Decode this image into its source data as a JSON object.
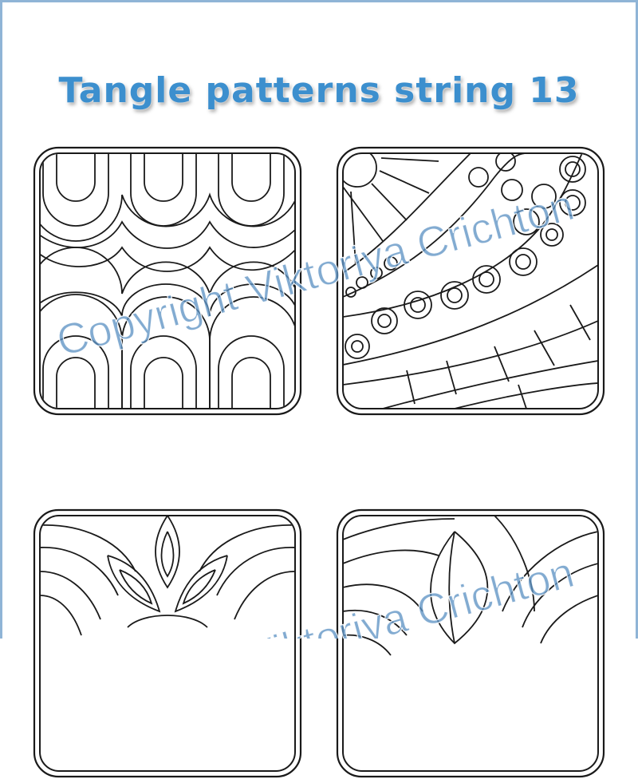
{
  "title": "Tangle patterns string 13",
  "watermark": "Copyright Viktoriya Crichton",
  "colors": {
    "title": "#3c8fce",
    "watermark": "#5f93c4",
    "frame": "#8fb4d6",
    "stroke": "#1a1a1a"
  },
  "tiles": [
    {
      "pattern": "nested-arches"
    },
    {
      "pattern": "sun-rays-and-circles"
    },
    {
      "pattern": "petal-flower"
    },
    {
      "pattern": "leaf-curves"
    }
  ]
}
